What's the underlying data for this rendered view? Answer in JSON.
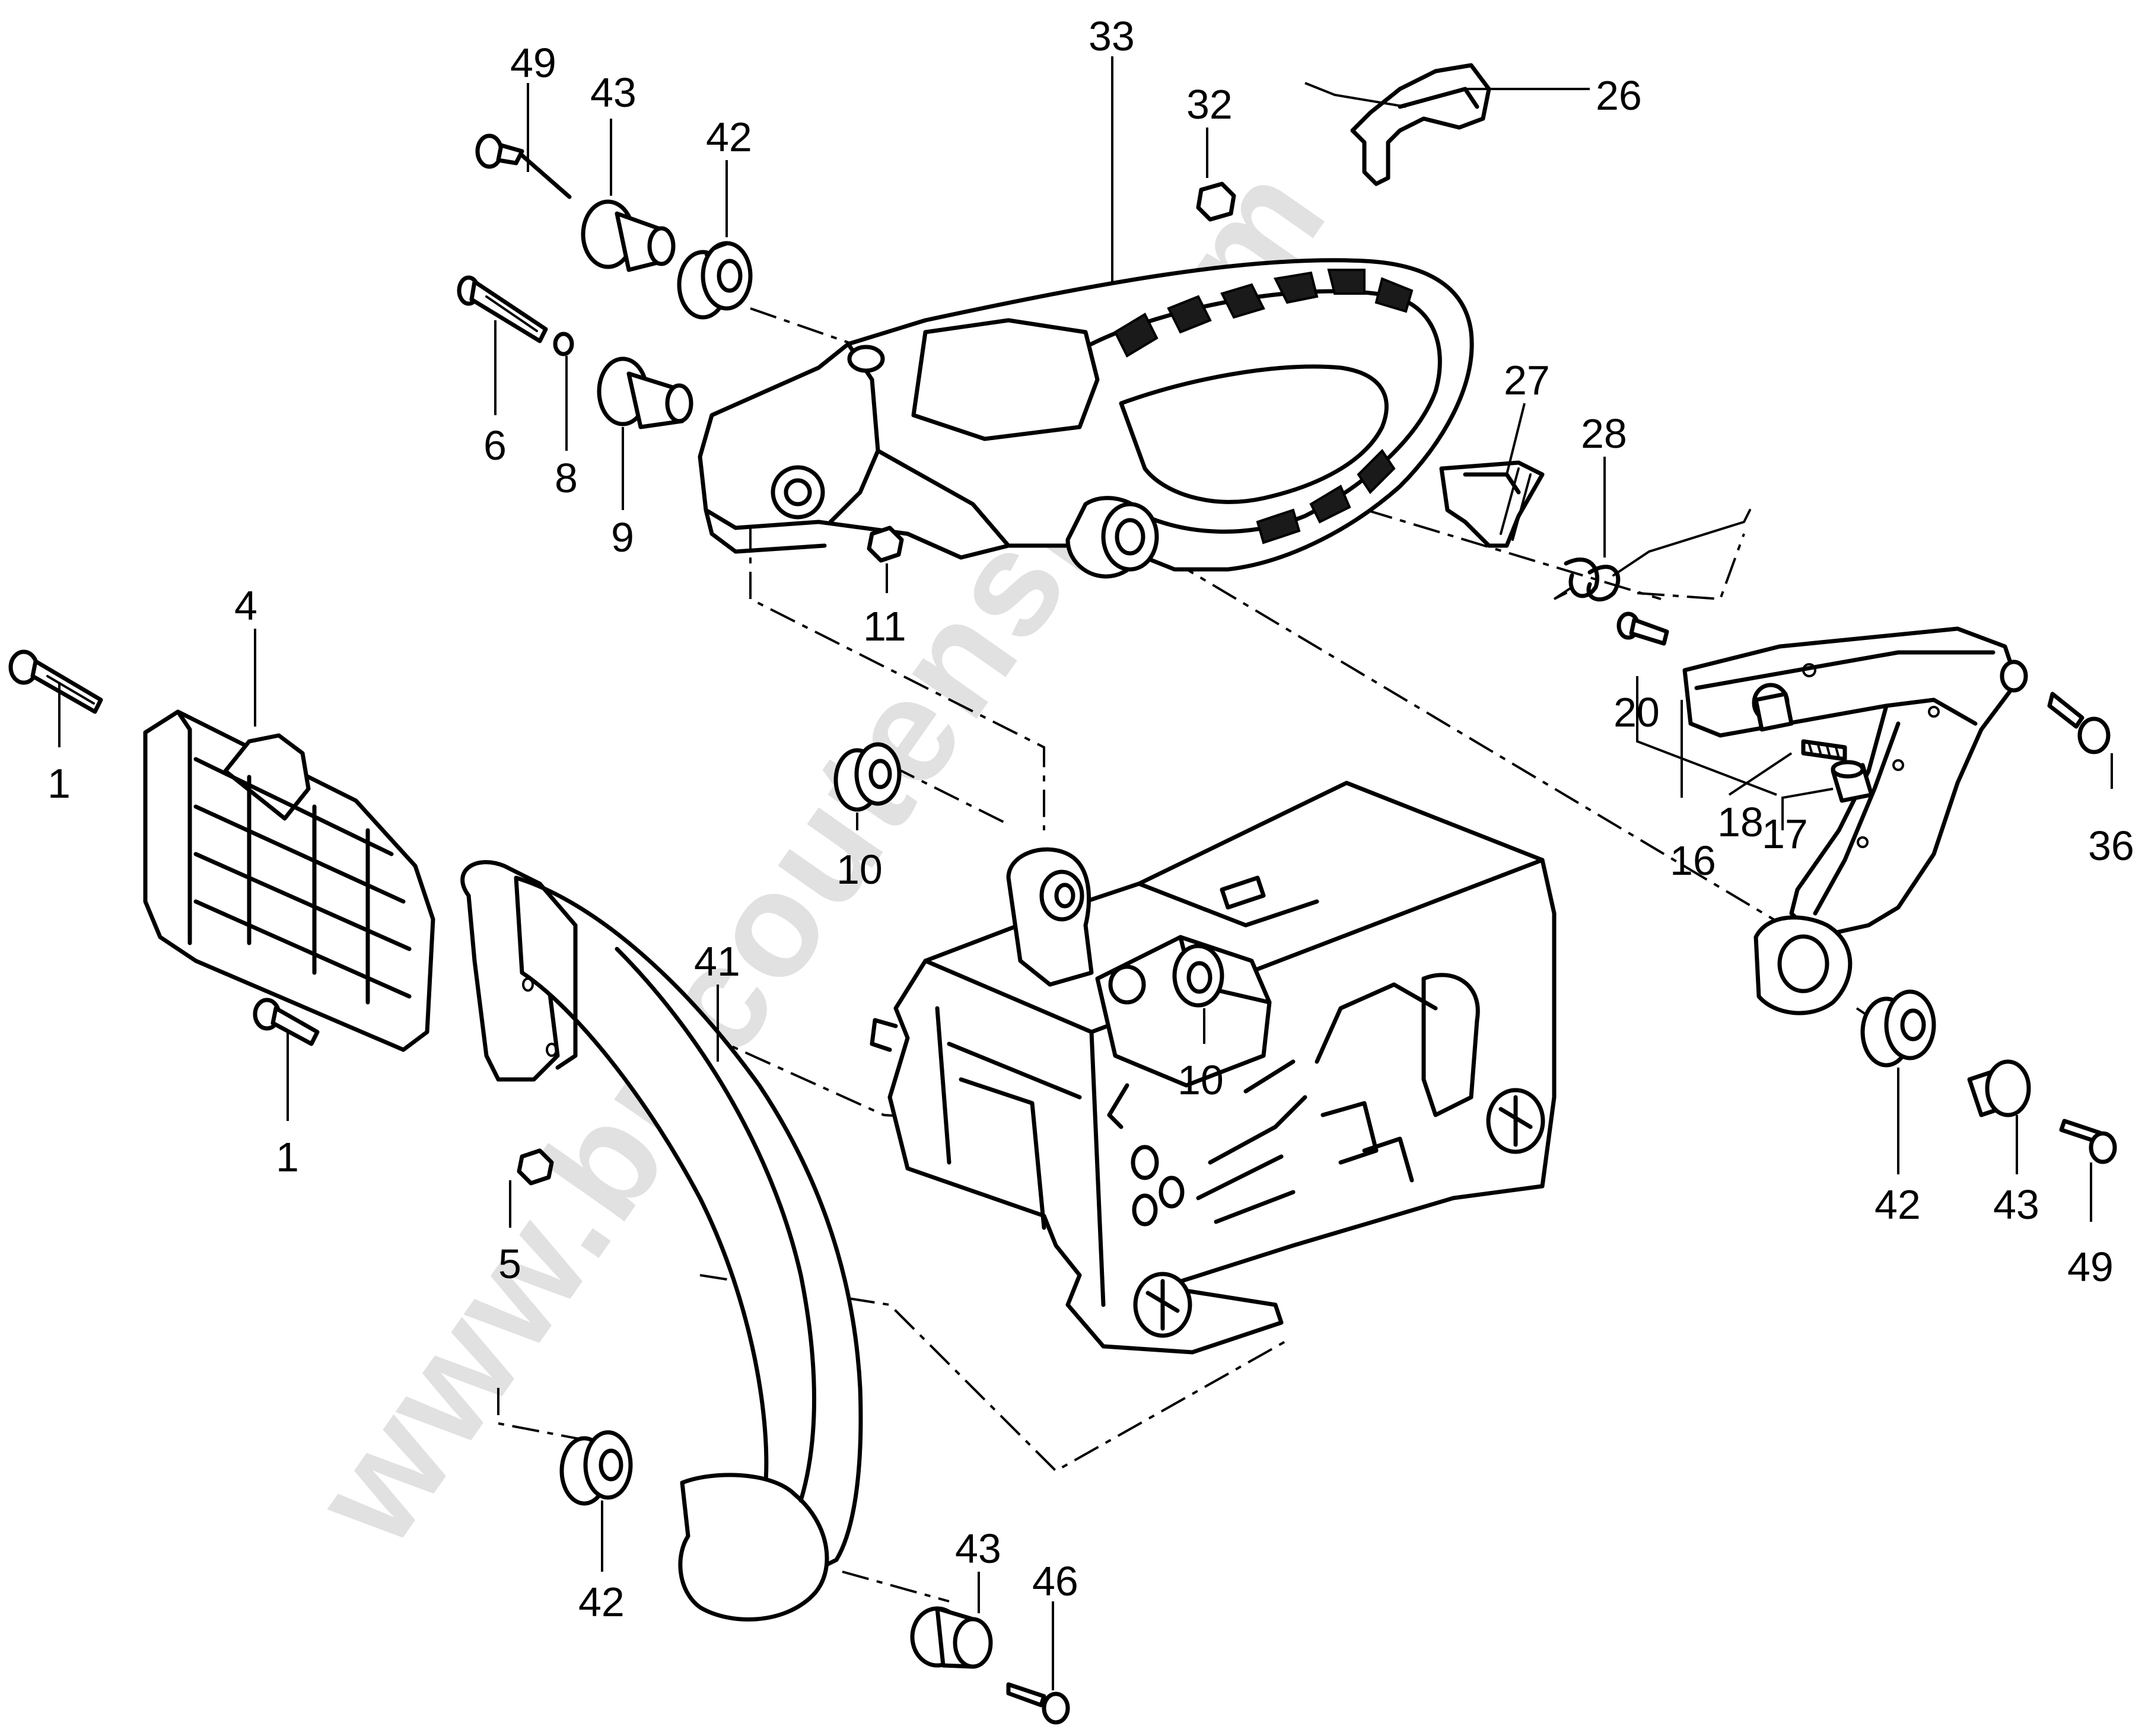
{
  "watermark": "www.bricoutensil.com",
  "callouts": {
    "c49a": "49",
    "c43a": "43",
    "c42a": "42",
    "c33": "33",
    "c32": "32",
    "c26": "26",
    "c6": "6",
    "c8": "8",
    "c9": "9",
    "c11": "11",
    "c27": "27",
    "c28": "28",
    "c4": "4",
    "c1a": "1",
    "c1b": "1",
    "c5": "5",
    "c41": "41",
    "c10a": "10",
    "c10b": "10",
    "c20": "20",
    "c16": "16",
    "c18": "18",
    "c17": "17",
    "c36": "36",
    "c42b": "42",
    "c43b": "43",
    "c49b": "49",
    "c42c": "42",
    "c43c": "43",
    "c46": "46"
  }
}
